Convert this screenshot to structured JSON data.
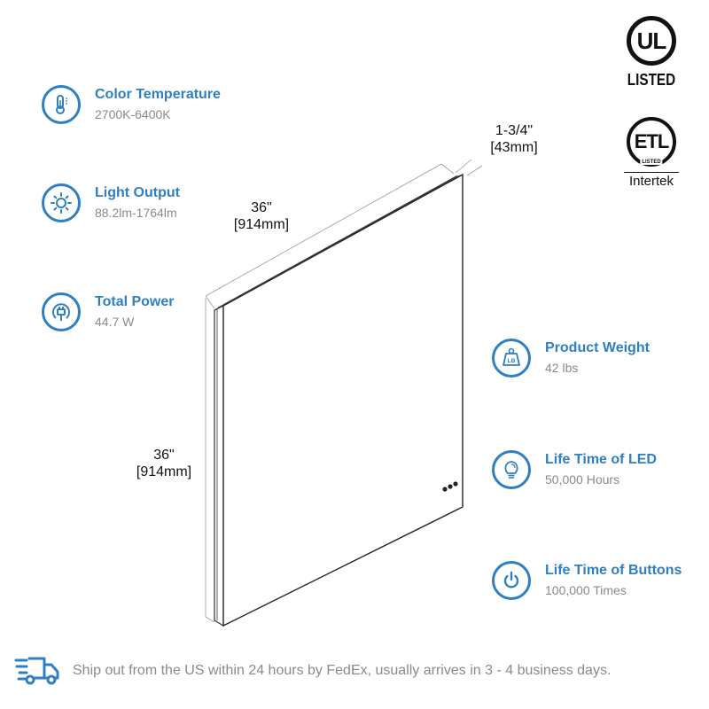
{
  "colors": {
    "accent": "#2f7fc1",
    "value_text": "#8a8a8a",
    "drawing_line": "#333333"
  },
  "features_left": [
    {
      "icon": "thermometer-icon",
      "title": "Color Temperature",
      "value": "2700K-6400K"
    },
    {
      "icon": "sun-icon",
      "title": "Light Output",
      "value": "88.2lm-1764lm"
    },
    {
      "icon": "power-plug-icon",
      "title": "Total Power",
      "value": "44.7 W"
    }
  ],
  "features_right": [
    {
      "icon": "weight-icon",
      "icon_label": "LB",
      "title": "Product Weight",
      "value": "42 lbs"
    },
    {
      "icon": "lightbulb-icon",
      "title": "Life Time of LED",
      "value": "50,000 Hours"
    },
    {
      "icon": "power-button-icon",
      "title": "Life Time of Buttons",
      "value": "100,000 Times"
    }
  ],
  "dimensions": {
    "depth": {
      "inches": "1-3/4\"",
      "mm": "[43mm]"
    },
    "width": {
      "inches": "36\"",
      "mm": "[914mm]"
    },
    "height": {
      "inches": "36\"",
      "mm": "[914mm]"
    }
  },
  "certifications": {
    "ul": {
      "letters": "UL",
      "label": "LISTED"
    },
    "etl": {
      "letters": "ETL",
      "ring_label": "LISTED",
      "company": "Intertek"
    }
  },
  "shipping": {
    "icon": "delivery-truck-icon",
    "text": "Ship out from the US within 24 hours by FedEx, usually arrives in 3 - 4 business days."
  }
}
